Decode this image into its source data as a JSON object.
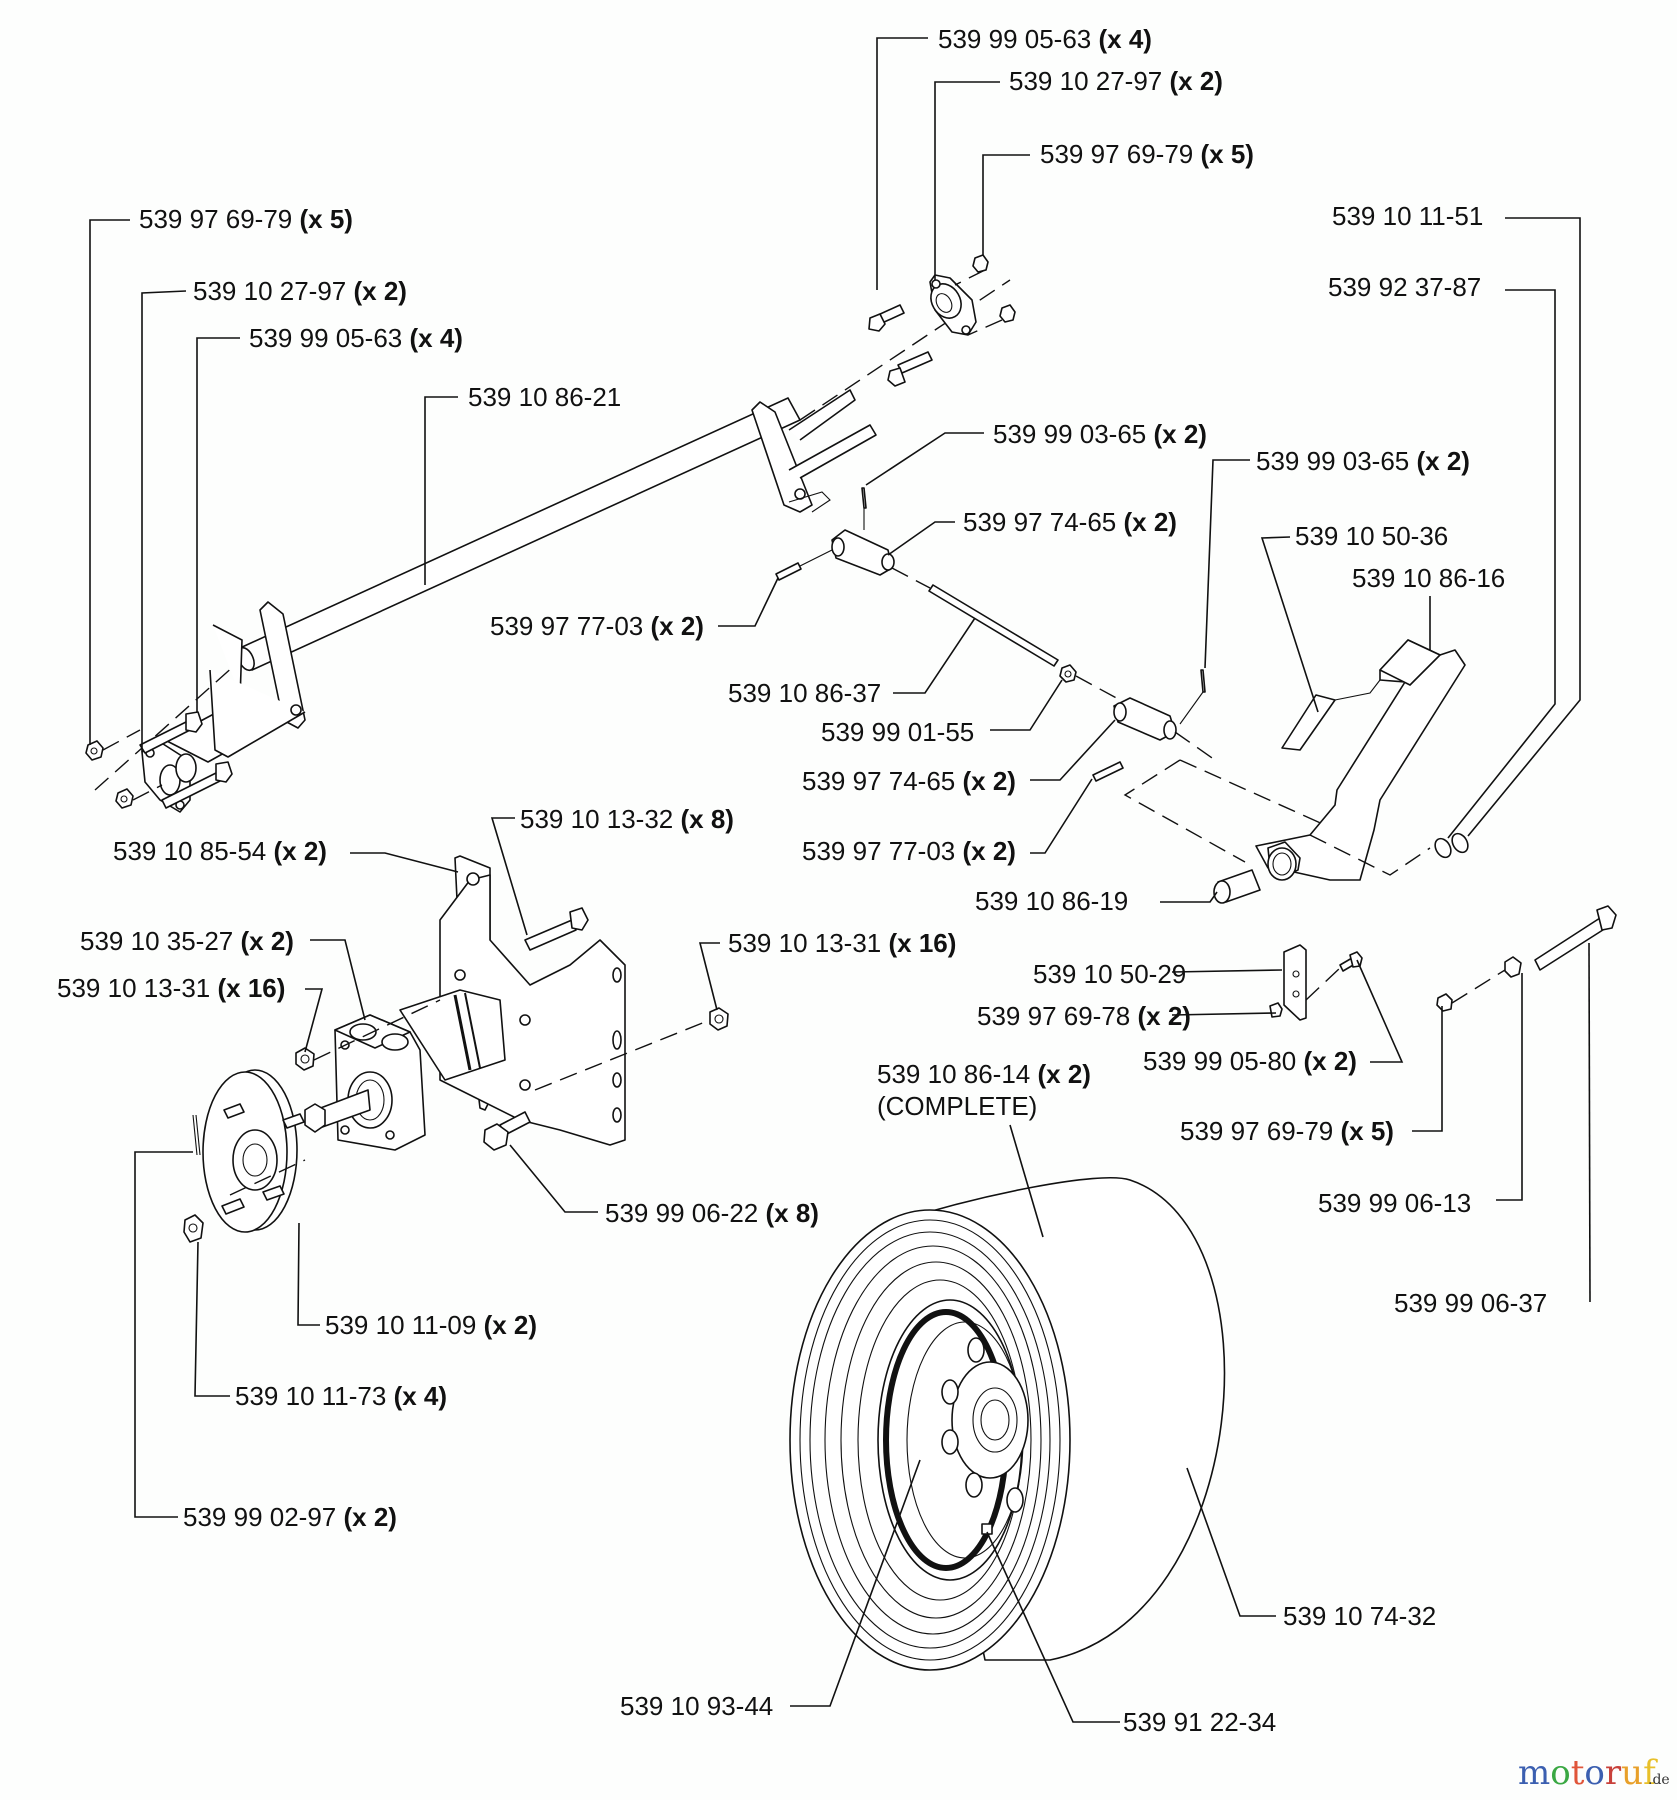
{
  "diagram": {
    "title": "Wheel motor, axle shaft and brake pedal assembly — exploded parts view",
    "watermark": {
      "text": "motoruf",
      "suffix": ".de",
      "letter_colors": [
        "#3b5fb0",
        "#3aa843",
        "#e0553a",
        "#3b5fb0",
        "#c8403a",
        "#e8a02a",
        "#e8c02a"
      ]
    },
    "labels": [
      {
        "id": "top-bolt",
        "part": "539 99 05-63",
        "qty": "(x 4)"
      },
      {
        "id": "top-bearing",
        "part": "539 10 27-97",
        "qty": "(x 2)"
      },
      {
        "id": "top-nut",
        "part": "539 97 69-79",
        "qty": "(x 5)"
      },
      {
        "id": "left-nut",
        "part": "539 97 69-79",
        "qty": "(x 5)"
      },
      {
        "id": "right-spring-1",
        "part": "539 10 11-51",
        "qty": ""
      },
      {
        "id": "left-bearing",
        "part": "539 10 27-97",
        "qty": "(x 2)"
      },
      {
        "id": "right-spring-2",
        "part": "539 92 37-87",
        "qty": ""
      },
      {
        "id": "left-bolt",
        "part": "539 99 05-63",
        "qty": "(x 4)"
      },
      {
        "id": "axle-shaft",
        "part": "539 10 86-21",
        "qty": ""
      },
      {
        "id": "cotter-pin-1",
        "part": "539 99 03-65",
        "qty": "(x 2)"
      },
      {
        "id": "cotter-pin-2",
        "part": "539 99 03-65",
        "qty": "(x 2)"
      },
      {
        "id": "clevis-1",
        "part": "539 97 74-65",
        "qty": "(x 2)"
      },
      {
        "id": "pedal-pad",
        "part": "539 10 50-36",
        "qty": ""
      },
      {
        "id": "brake-pedal",
        "part": "539 10 86-16",
        "qty": ""
      },
      {
        "id": "clevis-pin-1",
        "part": "539 97 77-03",
        "qty": "(x 2)"
      },
      {
        "id": "brake-rod",
        "part": "539 10 86-37",
        "qty": ""
      },
      {
        "id": "jam-nut",
        "part": "539 99 01-55",
        "qty": ""
      },
      {
        "id": "clevis-2",
        "part": "539 97 74-65",
        "qty": "(x 2)"
      },
      {
        "id": "motor-bolt",
        "part": "539 10 13-32",
        "qty": "(x 8)"
      },
      {
        "id": "motor-bracket",
        "part": "539 10 85-54",
        "qty": "(x 2)"
      },
      {
        "id": "clevis-pin-2",
        "part": "539 97 77-03",
        "qty": "(x 2)"
      },
      {
        "id": "pedal-bushing",
        "part": "539 10 86-19",
        "qty": ""
      },
      {
        "id": "wheel-motor",
        "part": "539 10 35-27",
        "qty": "(x 2)"
      },
      {
        "id": "motor-nut-right",
        "part": "539 10 13-31",
        "qty": "(x 16)"
      },
      {
        "id": "stop-bracket",
        "part": "539 10 50-29",
        "qty": ""
      },
      {
        "id": "motor-nut-left",
        "part": "539 10 13-31",
        "qty": "(x 16)"
      },
      {
        "id": "stop-nut",
        "part": "539 97 69-78",
        "qty": "(x 2)"
      },
      {
        "id": "stop-bolt",
        "part": "539 99 05-80",
        "qty": "(x 2)"
      },
      {
        "id": "wheel-complete",
        "part": "539 10 86-14",
        "qty": "(x 2)",
        "note": "(COMPLETE)"
      },
      {
        "id": "pivot-nut",
        "part": "539 97 69-79",
        "qty": "(x 5)"
      },
      {
        "id": "bracket-bolt",
        "part": "539 99 06-22",
        "qty": "(x 8)"
      },
      {
        "id": "pivot-washer",
        "part": "539 99 06-13",
        "qty": ""
      },
      {
        "id": "wheel-hub",
        "part": "539 10 11-09",
        "qty": "(x 2)"
      },
      {
        "id": "pivot-bolt",
        "part": "539 99 06-37",
        "qty": ""
      },
      {
        "id": "hub-nut",
        "part": "539 10 11-73",
        "qty": "(x 4)"
      },
      {
        "id": "hub-cotter",
        "part": "539 99 02-97",
        "qty": "(x 2)"
      },
      {
        "id": "tire",
        "part": "539 10 74-32",
        "qty": ""
      },
      {
        "id": "rim",
        "part": "539 10 93-44",
        "qty": ""
      },
      {
        "id": "valve-stem",
        "part": "539 91 22-34",
        "qty": ""
      }
    ]
  }
}
